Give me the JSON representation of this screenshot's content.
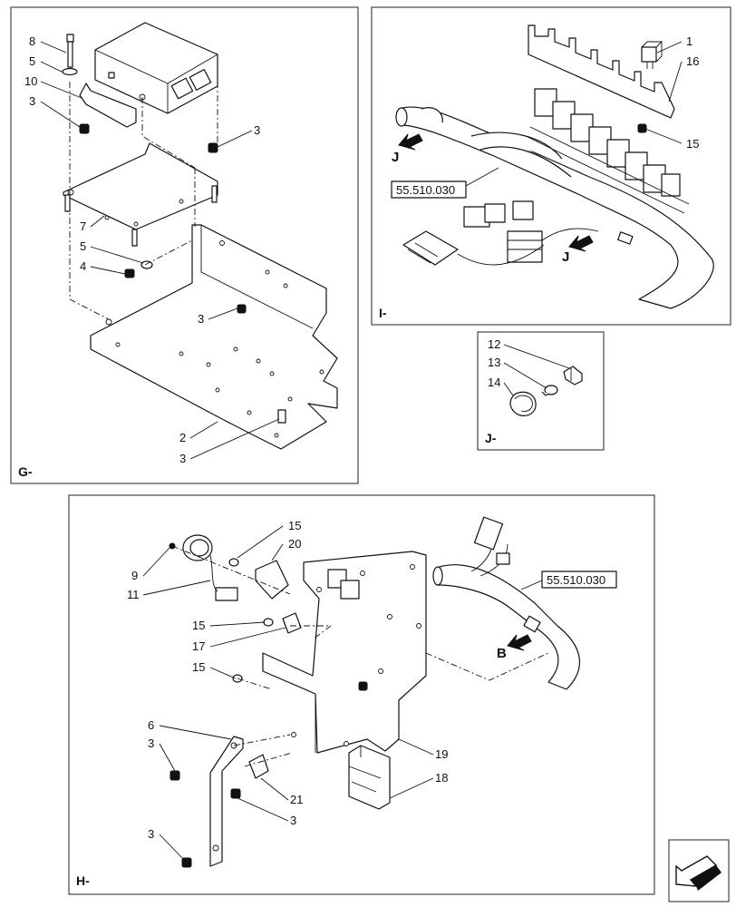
{
  "panels": {
    "g": {
      "label": "G-"
    },
    "i": {
      "label": "I-"
    },
    "j": {
      "label": "J-"
    },
    "h": {
      "label": "H-"
    }
  },
  "callouts": {
    "g": [
      "8",
      "5",
      "10",
      "3",
      "3",
      "7",
      "5",
      "4",
      "3",
      "2",
      "3"
    ],
    "i": [
      "1",
      "16",
      "15"
    ],
    "j": [
      "12",
      "13",
      "14"
    ],
    "h": [
      "15",
      "20",
      "9",
      "11",
      "15",
      "17",
      "15",
      "6",
      "3",
      "21",
      "3",
      "3",
      "19",
      "18"
    ]
  },
  "references": {
    "i_ref": "55.510.030",
    "h_ref": "55.510.030"
  },
  "view_arrows": {
    "i_j_top": "J",
    "i_j_bottom": "J",
    "h_b": "B"
  },
  "icons": [
    "corner-navigation-arrow-icon"
  ]
}
